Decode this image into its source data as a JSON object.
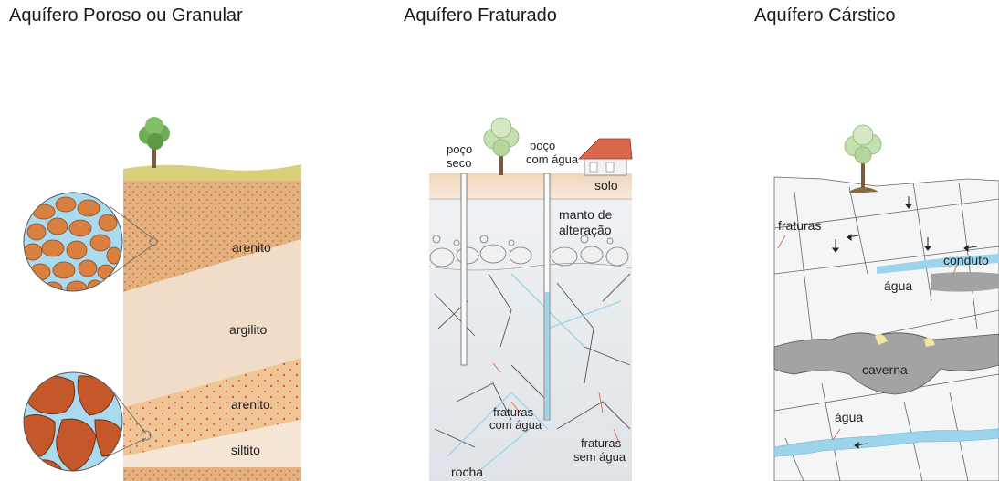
{
  "titles": {
    "porous": "Aquífero Poroso ou Granular",
    "fractured": "Aquífero Fraturado",
    "karst": "Aquífero Cárstico"
  },
  "porous_layers": {
    "arenito_top": "arenito",
    "argilito": "argilito",
    "arenito_bottom": "arenito",
    "siltito": "siltito"
  },
  "fractured_labels": {
    "dry_well_1": "poço",
    "dry_well_2": "seco",
    "wet_well_1": "poço",
    "wet_well_2": "com água",
    "soil": "solo",
    "mantle_1": "manto de",
    "mantle_2": "alteração",
    "wet_fractures_1": "fraturas",
    "wet_fractures_2": "com água",
    "dry_fractures_1": "fraturas",
    "dry_fractures_2": "sem água",
    "rock": "rocha"
  },
  "karst_labels": {
    "fractures": "fraturas",
    "conduit": "conduto",
    "water_upper": "água",
    "cave": "caverna",
    "water_lower": "água"
  },
  "colors": {
    "sand": "#e0a878",
    "clay": "#f2ddc8",
    "grain": "#cf6e2e",
    "water": "#9cd4ec",
    "rock": "#e9ecef",
    "cave": "#a3a3a3",
    "tree": "#9bc88b"
  }
}
